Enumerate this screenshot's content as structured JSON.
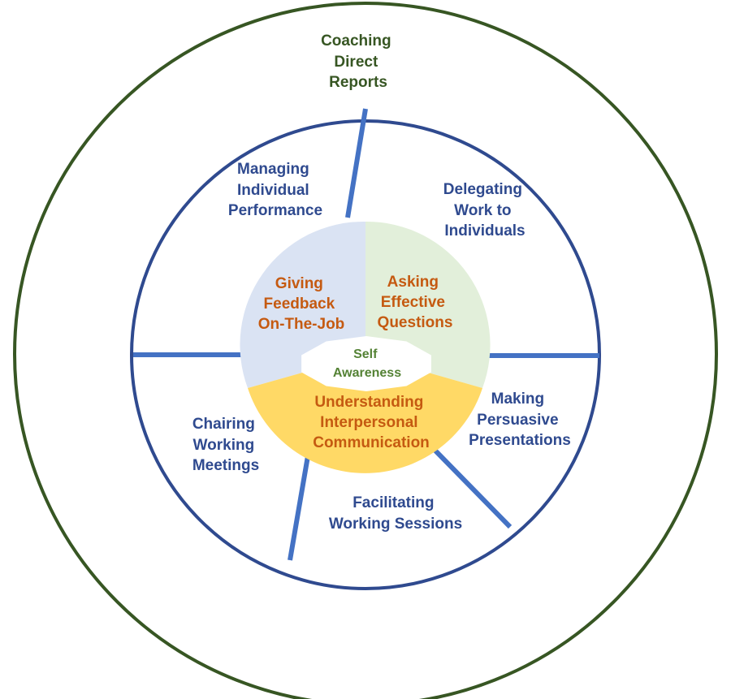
{
  "colors": {
    "outer_ring": "#375623",
    "middle_ring": "#2F4A8F",
    "dividers": "#4472C4",
    "sector_feedback": "#DAE3F3",
    "sector_questions": "#E2EFDA",
    "sector_communication": "#FFD966",
    "outer_text": "#375623",
    "middle_text": "#2F4A8F",
    "inner_text": "#C55A11",
    "core_text": "#548235"
  },
  "outer": {
    "label": [
      "Coaching",
      "Direct",
      "Reports"
    ]
  },
  "middle": [
    {
      "label": [
        "Managing",
        "Individual",
        "Performance"
      ]
    },
    {
      "label": [
        "Delegating",
        "Work to",
        "Individuals"
      ]
    },
    {
      "label": [
        "Making",
        "Persuasive",
        "Presentations"
      ]
    },
    {
      "label": [
        "Facilitating",
        "Working Sessions"
      ]
    },
    {
      "label": [
        "Chairing",
        "Working",
        "Meetings"
      ]
    }
  ],
  "inner": [
    {
      "label": [
        "Giving",
        "Feedback",
        "On-The-Job"
      ]
    },
    {
      "label": [
        "Asking",
        "Effective",
        "Questions"
      ]
    },
    {
      "label": [
        "Understanding",
        "Interpersonal",
        "Communication"
      ]
    }
  ],
  "core": {
    "label": [
      "Self",
      "Awareness"
    ]
  }
}
